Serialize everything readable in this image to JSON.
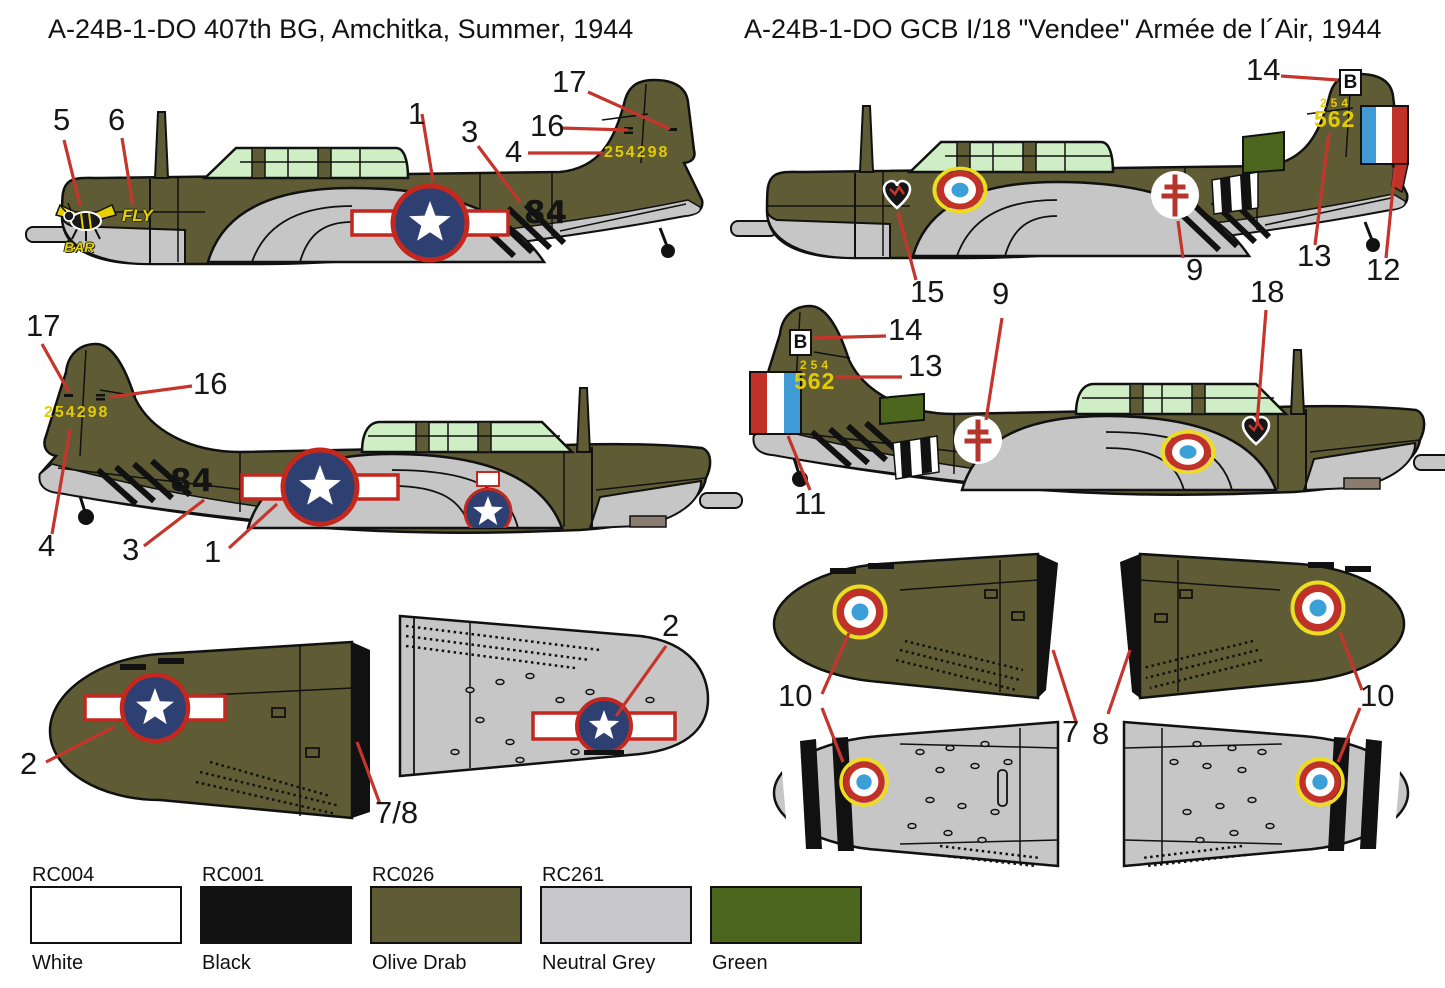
{
  "titles": {
    "left": "A-24B-1-DO 407th BG, Amchitka, Summer, 1944",
    "right": "A-24B-1-DO GCB I/18 \"Vendee\" Armée de l´Air, 1944"
  },
  "aircraft_us": {
    "tail_serial": "254298",
    "fuselage_code": "84",
    "nose_art_text_top": "FLY",
    "nose_art_text_bottom": "BAR"
  },
  "aircraft_fr": {
    "tail_letter": "B",
    "tail_serial_top": "254",
    "tail_serial_main": "562"
  },
  "callouts": {
    "n1": "1",
    "n2": "2",
    "n3": "3",
    "n4": "4",
    "n5": "5",
    "n6": "6",
    "n7": "7",
    "n8": "8",
    "n9": "9",
    "n10": "10",
    "n11": "11",
    "n12": "12",
    "n13": "13",
    "n14": "14",
    "n15": "15",
    "n16": "16",
    "n17": "17",
    "n18": "18",
    "n7_8": "7/8"
  },
  "legend": [
    {
      "code": "RC004",
      "name": "White",
      "hex": "#ffffff"
    },
    {
      "code": "RC001",
      "name": "Black",
      "hex": "#111111"
    },
    {
      "code": "RC026",
      "name": "Olive Drab",
      "hex": "#5f5c35"
    },
    {
      "code": "RC261",
      "name": "Neutral Grey",
      "hex": "#c7c7c9"
    },
    {
      "code": "",
      "name": "Green",
      "hex": "#4c661d"
    }
  ],
  "colors": {
    "olive_drab": "#5f5c35",
    "neutral_grey": "#c6c6c6",
    "canopy_green": "#cfeec5",
    "marking_yellow": "#e5cd00",
    "insignia_blue": "#2e3f72",
    "insignia_red": "#c3271d",
    "roundel_blue": "#3b9fd8",
    "roundel_yellow": "#f0dc1e",
    "flag_blue": "#3f9ad5",
    "flag_red": "#c23128",
    "dark_green": "#4c661d",
    "leader_red": "#c5352b"
  }
}
